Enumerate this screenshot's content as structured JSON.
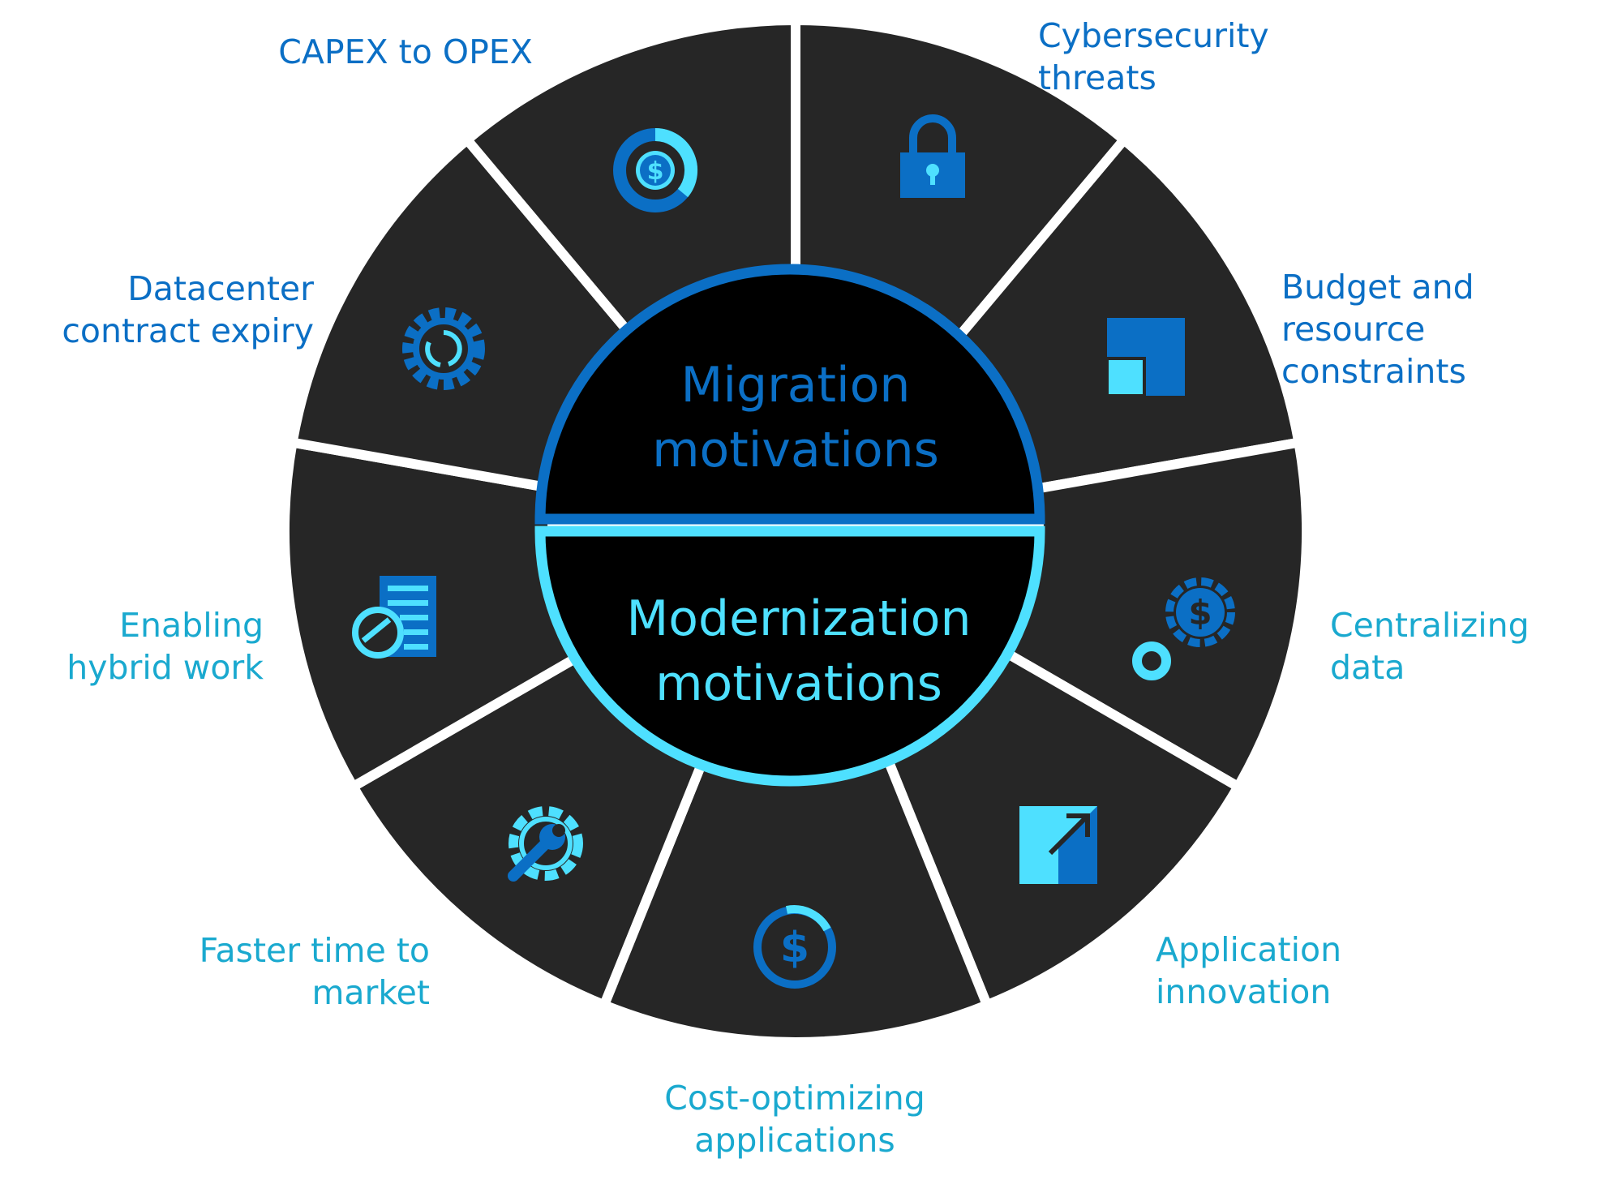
{
  "center": {
    "top_title": "Migration\nmotivations",
    "bottom_title": "Modernization\nmotivations"
  },
  "colors": {
    "segment": "#262626",
    "gap": "#ffffff",
    "migration_blue": "#0b6fc5",
    "modernization_cyan": "#4ee0ff",
    "label_migration": "#0b6fc5",
    "label_modernization": "#1aa9cf",
    "hub": "#000000"
  },
  "segments": [
    {
      "label": "CAPEX to OPEX",
      "group": "migration",
      "icon": "dollar-ring-icon"
    },
    {
      "label": "Cybersecurity\nthreats",
      "group": "migration",
      "icon": "lock-icon"
    },
    {
      "label": "Budget and\nresource constraints",
      "group": "migration",
      "icon": "squares-icon"
    },
    {
      "label": "Centralizing\ndata",
      "group": "modernization",
      "icon": "gear-dollar-icon"
    },
    {
      "label": "Application\ninnovation",
      "group": "modernization",
      "icon": "expand-arrow-icon"
    },
    {
      "label": "Cost-optimizing\napplications",
      "group": "modernization",
      "icon": "dollar-circle-icon"
    },
    {
      "label": "Faster time to\nmarket",
      "group": "modernization",
      "icon": "gear-wrench-icon"
    },
    {
      "label": "Enabling\nhybrid work",
      "group": "modernization",
      "icon": "document-refresh-icon"
    },
    {
      "label": "Datacenter\ncontract expiry",
      "group": "migration",
      "icon": "gear-refresh-icon"
    }
  ]
}
